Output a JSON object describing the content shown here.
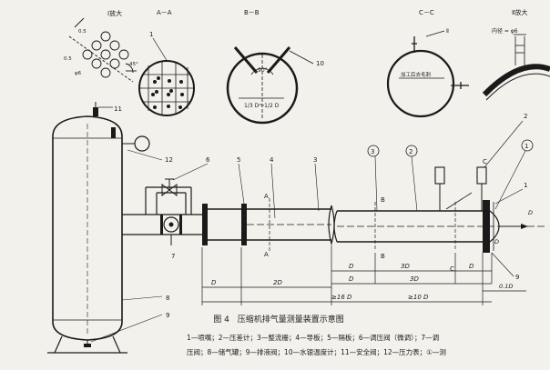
{
  "views": {
    "detail_i": "Ⅰ放大",
    "section_aa": "A－A",
    "section_bb": "B－B",
    "section_cc": "C－C",
    "detail_ii": "Ⅱ放大"
  },
  "detail_i_dims": {
    "d1": "0.5",
    "d2": "0.5",
    "phi": "φ6",
    "angle": "45°"
  },
  "section_bb_dims": {
    "angle": "90°",
    "chord": "1/3 D～1/2 D"
  },
  "section_cc_dims": {
    "note": "加工后去毛刺",
    "ref": "Ⅱ"
  },
  "detail_ii_dims": {
    "inner": "内径 = φ6"
  },
  "callouts": {
    "c1": "1",
    "c2": "2",
    "c3": "3",
    "c4": "4",
    "c5": "5",
    "c6": "6",
    "c7": "7",
    "c8": "8",
    "c9": "9",
    "c10": "10",
    "c11": "11",
    "c12": "12",
    "circ1": "1",
    "circ2": "2",
    "circ3": "3",
    "letter_c": "C"
  },
  "section_marks": {
    "a": "A",
    "b": "B",
    "c": "C"
  },
  "dims": {
    "d1": "D",
    "d2": "2D",
    "d3": "D",
    "d4": "3D",
    "d5": "D",
    "d6": "3D",
    "d7": "D",
    "d8": "0.1D",
    "d9": "≥16 D",
    "d10": "≥10 D",
    "d11": "D",
    "d12": "D"
  },
  "caption": "图 4　压缩机排气量测量装置示意图",
  "legend_lines": [
    "1—喷嘴；2—压差计；3—整流栅；4—导板；5—隔板；6—调压阀（微调）；7—调",
    "压阀；8—储气罐；9—排液阀；10—水银温度计；11—安全阀；12—压力表；①—测"
  ]
}
